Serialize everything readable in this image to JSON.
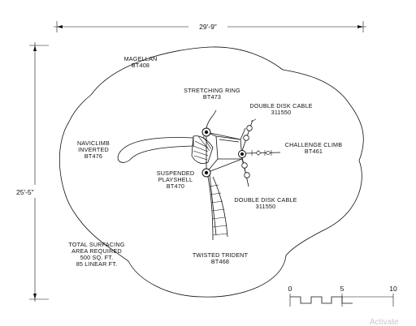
{
  "dimensions": {
    "width": "29'-9\"",
    "height": "25'-5\""
  },
  "labels": {
    "magellan": [
      "MAGELLAN",
      "BT408"
    ],
    "stretching_ring": [
      "STRETCHING RING",
      "BT473"
    ],
    "double_disk_cable_top": [
      "DOUBLE DISK CABLE",
      "311550"
    ],
    "naviclimb": [
      "NAVICLIMB",
      "INVERTED",
      "BT476"
    ],
    "challenge_climb": [
      "CHALLENGE CLIMB",
      "BT461"
    ],
    "suspended_playshell": [
      "SUSPENDED",
      "PLAYSHELL",
      "BT470"
    ],
    "double_disk_cable_bottom": [
      "DOUBLE DISK CABLE",
      "311550"
    ],
    "total_surfacing": [
      "TOTAL SURFACING",
      "AREA REQUIRED",
      "500 SQ. FT.",
      "85 LINEAR FT."
    ],
    "twisted_trident": [
      "TWISTED TRIDENT",
      "BT468"
    ]
  },
  "scale_bar": {
    "ticks": [
      "0",
      "5",
      "10"
    ]
  },
  "watermark": "Activate"
}
